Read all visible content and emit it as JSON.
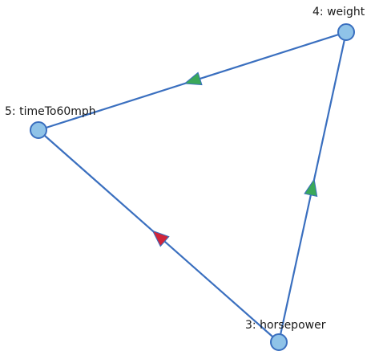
{
  "graph": {
    "nodes": [
      {
        "id": "n4",
        "label": "4: weight"
      },
      {
        "id": "n5",
        "label": "5: timeTo60mph"
      },
      {
        "id": "n3",
        "label": "3: horsepower"
      }
    ],
    "edges": [
      {
        "from": "n4",
        "to": "n5",
        "arrow_color": "#3aa85a"
      },
      {
        "from": "n3",
        "to": "n4",
        "arrow_color": "#3aa85a"
      },
      {
        "from": "n3",
        "to": "n5",
        "arrow_color": "#d0253a"
      }
    ],
    "colors": {
      "edge": "#3a6fbf",
      "node_fill": "#8fc3e8",
      "node_stroke": "#3a6fbf"
    }
  }
}
